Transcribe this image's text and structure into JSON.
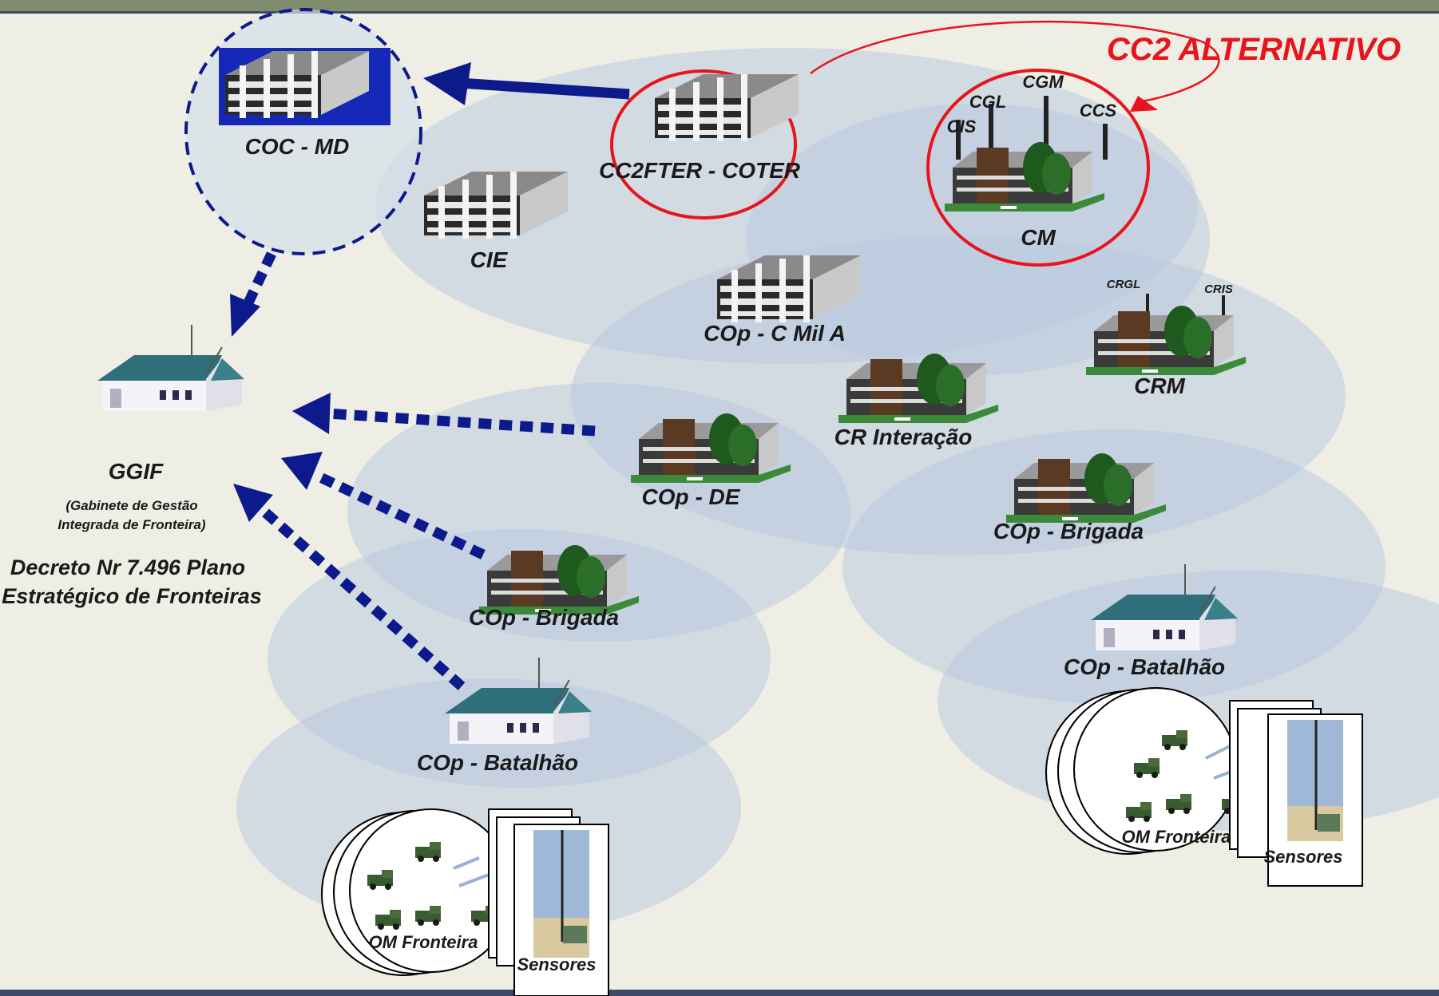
{
  "title_alt": "CC2 ALTERNATIVO",
  "nodes": {
    "coc_md": "COC - MD",
    "cc2fter": "CC2FTER - COTER",
    "cm": "CM",
    "cgm": "CGM",
    "cgl": "CGL",
    "cis": "CIS",
    "ccs": "CCS",
    "cie": "CIE",
    "cop_cmila": "COp - C Mil A",
    "crgl": "CRGL",
    "cris": "CRIS",
    "crm": "CRM",
    "cr_interacao": "CR Interação",
    "cop_de": "COp - DE",
    "cop_brigada_right": "COp - Brigada",
    "cop_batalhao_right": "COp - Batalhão",
    "cop_brigada_left": "COp - Brigada",
    "cop_batalhao_left": "COp - Batalhão",
    "om_fronteira_left": "OM Fronteira",
    "sensores_left": "Sensores",
    "om_fronteira_right": "OM Fronteira",
    "sensores_right": "Sensores"
  },
  "ggif": {
    "name": "GGIF",
    "subtitle_line1": "(Gabinete de Gestão",
    "subtitle_line2": "Integrada de Fronteira)",
    "decree_line1": "Decreto Nr 7.496 Plano",
    "decree_line2": "Estratégico de Fronteiras"
  },
  "colors": {
    "background": "#efeee5",
    "ellipse": "#b9cbe0",
    "arrow": "#0c1a8c",
    "alternative": "#e8141c",
    "header_band": "#7f8c6e"
  }
}
